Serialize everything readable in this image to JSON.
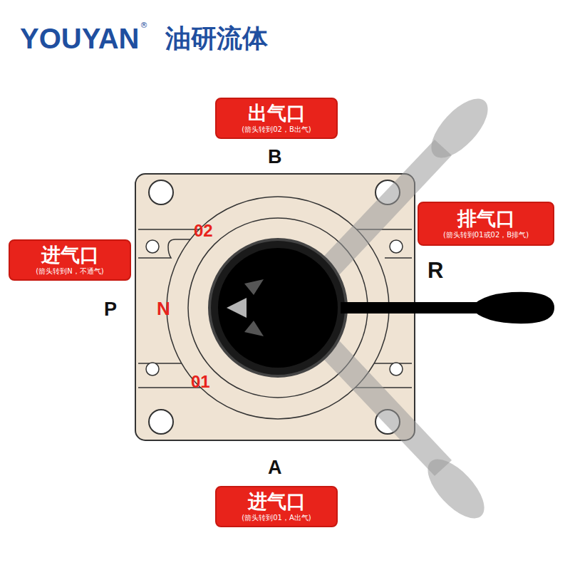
{
  "diagram": {
    "nodes": [
      {
        "text": [
          "出气口",
          "(箭头转到02，B出气)"
        ]
      },
      {
        "text": [
          "排气口",
          "(箭头转到01或02，B排气)"
        ]
      },
      {
        "text": [
          "进气口",
          "(箭头转到N，不通气)"
        ]
      },
      {
        "text": [
          "进气口",
          "(箭头转到01，A出气)"
        ]
      }
    ],
    "labels": [
      "YOUYAN",
      "®",
      "油研流体",
      "B",
      "R",
      "P",
      "A",
      "02",
      "N",
      "01"
    ]
  }
}
